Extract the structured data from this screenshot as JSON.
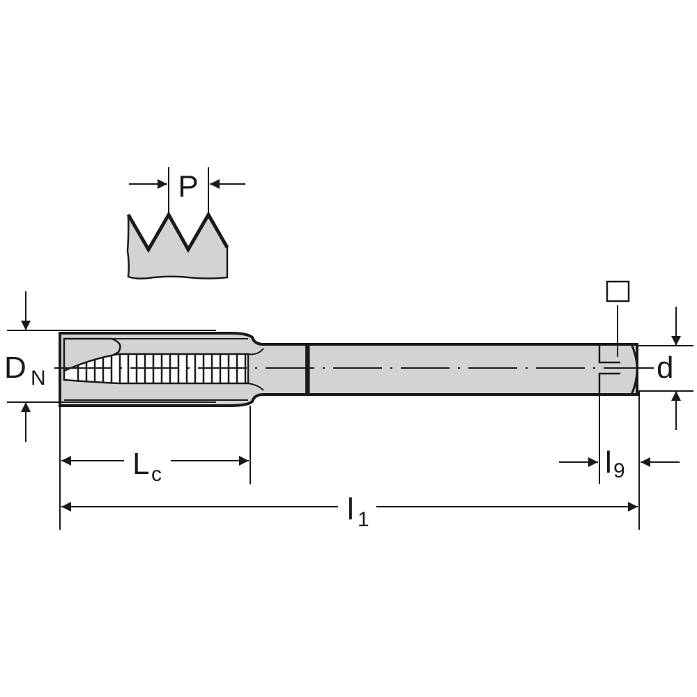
{
  "diagram": {
    "type": "technical-drawing",
    "subject": "machine tap (thread-cutting tool)",
    "colors": {
      "line": "#1a1a1a",
      "fill": "#d3d3d3",
      "background": "#ffffff"
    }
  },
  "labels": {
    "pitch": "P",
    "nominal_diameter_main": "D",
    "nominal_diameter_sub": "N",
    "shank_diameter": "d",
    "chamfer_length_main": "L",
    "chamfer_length_sub": "c",
    "total_length_main": "l",
    "total_length_sub": "1",
    "square_length_main": "l",
    "square_length_sub": "9",
    "square_symbol": "□"
  }
}
